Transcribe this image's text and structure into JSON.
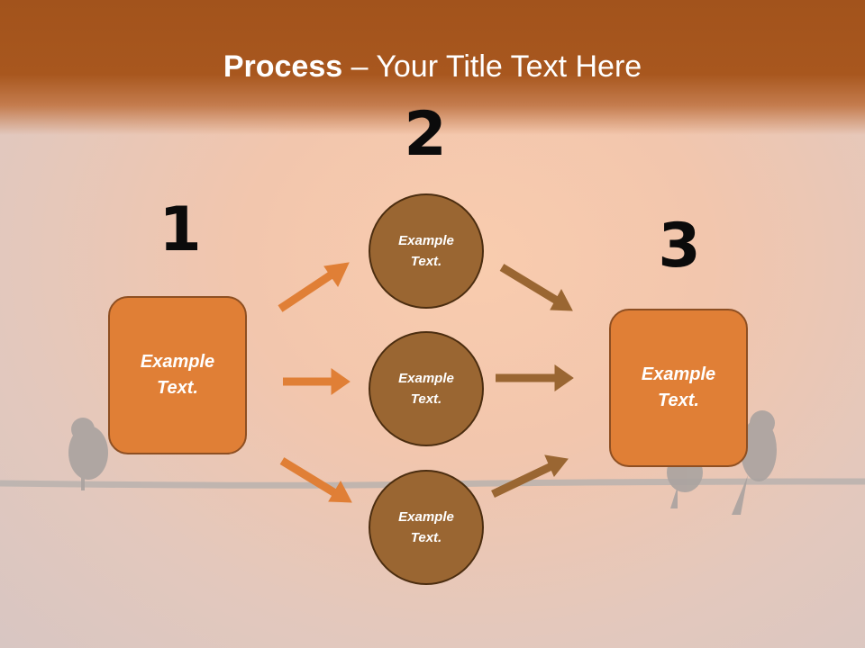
{
  "slide": {
    "title_bold": "Process",
    "title_rest": " – Your Title Text Here"
  },
  "steps": {
    "one": {
      "number": "1",
      "label": "Example\nText."
    },
    "two": {
      "number": "2"
    },
    "three": {
      "number": "3",
      "label": "Example\nText."
    }
  },
  "circles": [
    {
      "label": "Example\nText."
    },
    {
      "label": "Example\nText."
    },
    {
      "label": "Example\nText."
    }
  ],
  "colors": {
    "header": "#a2531c",
    "box_fill": "#e07f36",
    "circle_fill": "#9a6632",
    "arrow_left": "#e07f36",
    "arrow_right": "#9a6632"
  }
}
